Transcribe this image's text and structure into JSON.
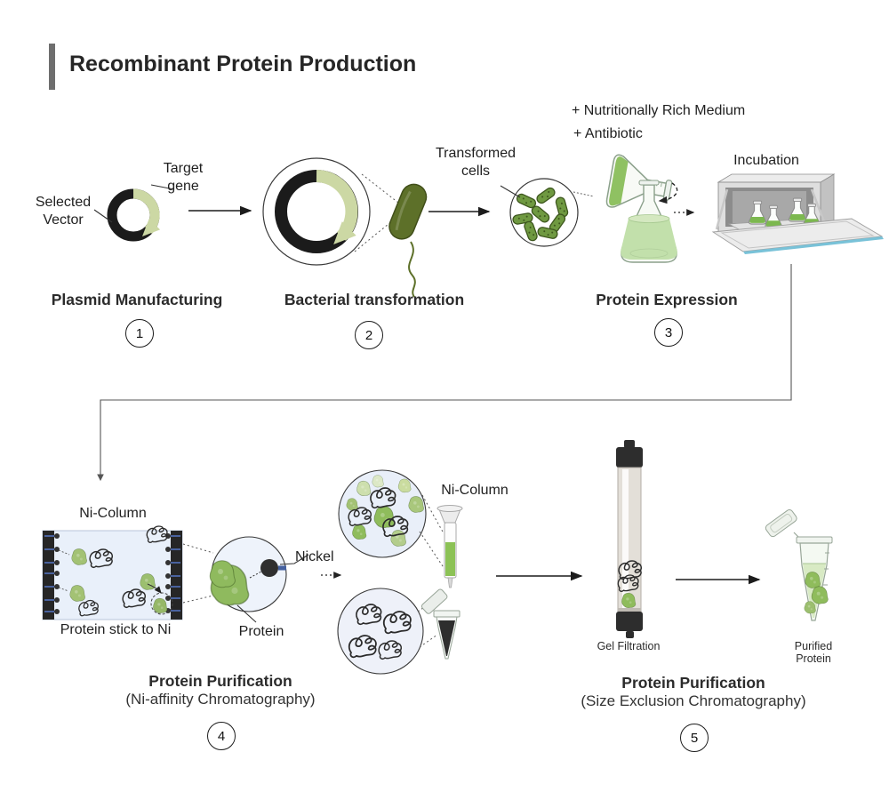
{
  "title": "Recombinant Protein Production",
  "steps": [
    {
      "name": "Plasmid Manufacturing",
      "number": "1"
    },
    {
      "name": "Bacterial transformation",
      "number": "2"
    },
    {
      "name": "Protein Expression",
      "number": "3"
    },
    {
      "name": "Protein Purification",
      "subtitle": "(Ni-affinity Chromatography)",
      "number": "4"
    },
    {
      "name": "Protein Purification",
      "subtitle": "(Size Exclusion Chromatography)",
      "number": "5"
    }
  ],
  "labels": {
    "target_gene": "Target\ngene",
    "selected_vector": "Selected\nVector",
    "transformed_cells": "Transformed\ncells",
    "rich_medium": "+ Nutritionally Rich Medium",
    "antibiotic": "+ Antibiotic",
    "incubation": "Incubation",
    "ni_column_left": "Ni-Column",
    "protein_stick": "Protein stick to Ni",
    "nickel": "Nickel",
    "protein": "Protein",
    "ni_column_mid": "Ni-Column",
    "gel_filtration": "Gel Filtration",
    "purified_protein": "Purified Protein"
  },
  "colors": {
    "plasmid_ring": "#1b1b1b",
    "insert_green": "#ccd8a4",
    "bacterium_olive": "#5d7029",
    "cell_green": "#6f9941",
    "liquid_green": "#c2e0ab",
    "protein_green": "#8fbc5c",
    "nickel_blue": "#44609f",
    "column_fill": "#e9f0fa"
  }
}
